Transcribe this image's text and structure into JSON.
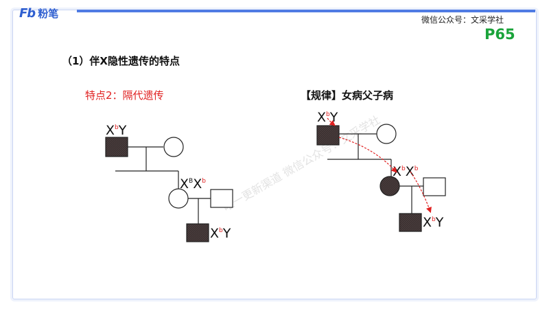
{
  "header": {
    "logo_mark": "Fb",
    "logo_text": "粉笔",
    "wechat": "微信公众号：文采学社",
    "page_number": "P65"
  },
  "content": {
    "section_title": "（1）伴X隐性遗传的特点",
    "feature_label": "特点2：隔代遗传",
    "rule_label": "【规律】女病父子病"
  },
  "watermark": "唯一更新渠道 微信公众号：文采学社",
  "left_pedigree": {
    "grandfather": {
      "main": "X",
      "sup": "b",
      "tail": "Y"
    },
    "mother": {
      "main1": "X",
      "sup1": "B",
      "main2": "X",
      "sup2": "b"
    },
    "son": {
      "main": "X",
      "sup": "b",
      "tail": "Y"
    }
  },
  "right_pedigree": {
    "father": {
      "main": "X",
      "sup": "b",
      "tail": "Y"
    },
    "daughter": {
      "main1": "X",
      "sup1": "b",
      "main2": "X",
      "sup2": "b"
    },
    "son": {
      "main": "X",
      "sup": "b",
      "tail": "Y"
    }
  },
  "colors": {
    "affected_fill": "#3a3030",
    "allele_red": "#e02020",
    "accent_blue": "#4f7be3",
    "page_green": "#1aa33a"
  }
}
